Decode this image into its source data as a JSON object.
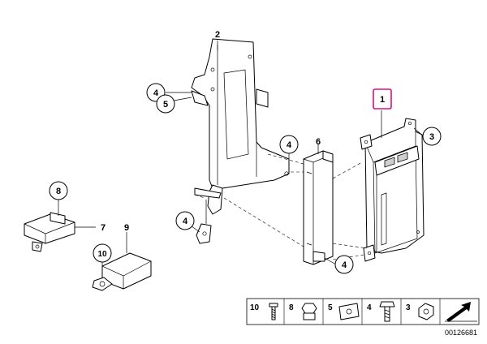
{
  "labels": {
    "item_1": "1",
    "item_2": "2",
    "item_3": "3",
    "item_4": "4",
    "item_5": "5",
    "item_6": "6",
    "item_7": "7",
    "item_8": "8",
    "item_9": "9",
    "item_10": "10"
  },
  "legend": {
    "entries": [
      "10",
      "8",
      "5",
      "4",
      "3"
    ]
  },
  "doc_number": "00126681",
  "highlight_color": "#d8127b"
}
